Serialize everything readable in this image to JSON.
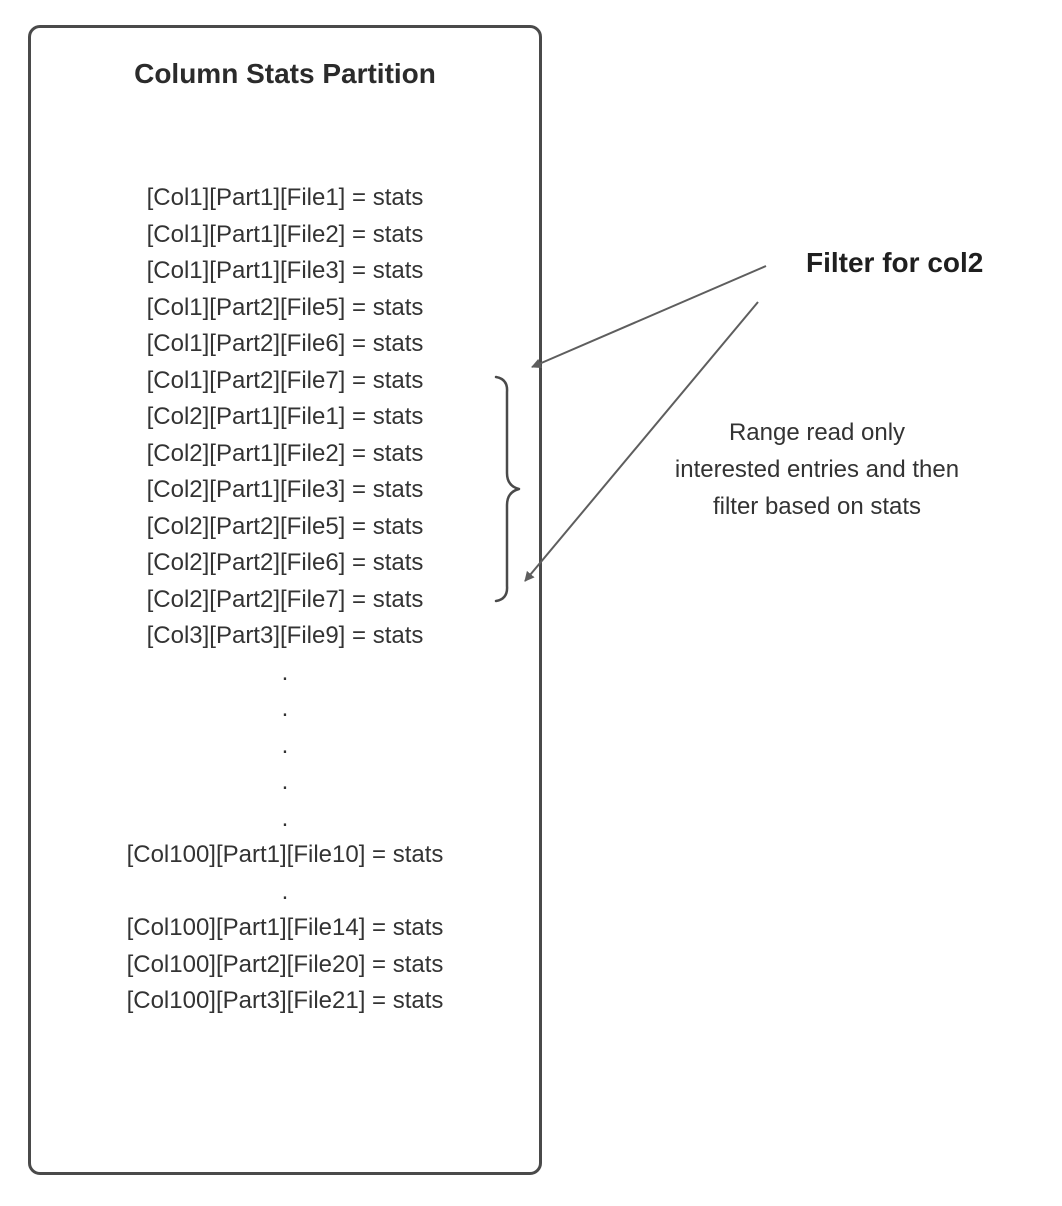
{
  "box": {
    "title": "Column Stats Partition",
    "entries": [
      "[Col1][Part1][File1] = stats",
      "[Col1][Part1][File2] = stats",
      "[Col1][Part1][File3] = stats",
      "[Col1][Part2][File5] = stats",
      "[Col1][Part2][File6] = stats",
      "[Col1][Part2][File7] = stats",
      "[Col2][Part1][File1] = stats",
      "[Col2][Part1][File2] = stats",
      "[Col2][Part1][File3] = stats",
      "[Col2][Part2][File5] = stats",
      "[Col2][Part2][File6] = stats",
      "[Col2][Part2][File7] = stats",
      "[Col3][Part3][File9] = stats",
      ".",
      ".",
      ".",
      ".",
      ".",
      "[Col100][Part1][File10] = stats",
      ".",
      "[Col100][Part1][File14] = stats",
      "[Col100][Part2][File20] = stats",
      "[Col100][Part3][File21] = stats"
    ]
  },
  "annotations": {
    "filter_label": "Filter for col2",
    "range_note": "Range read only interested entries and then filter based on stats"
  },
  "colors": {
    "box_border": "#4a4a4a",
    "arrow": "#5e5e5e",
    "text": "#333333",
    "title_text": "#2b2b2b"
  }
}
